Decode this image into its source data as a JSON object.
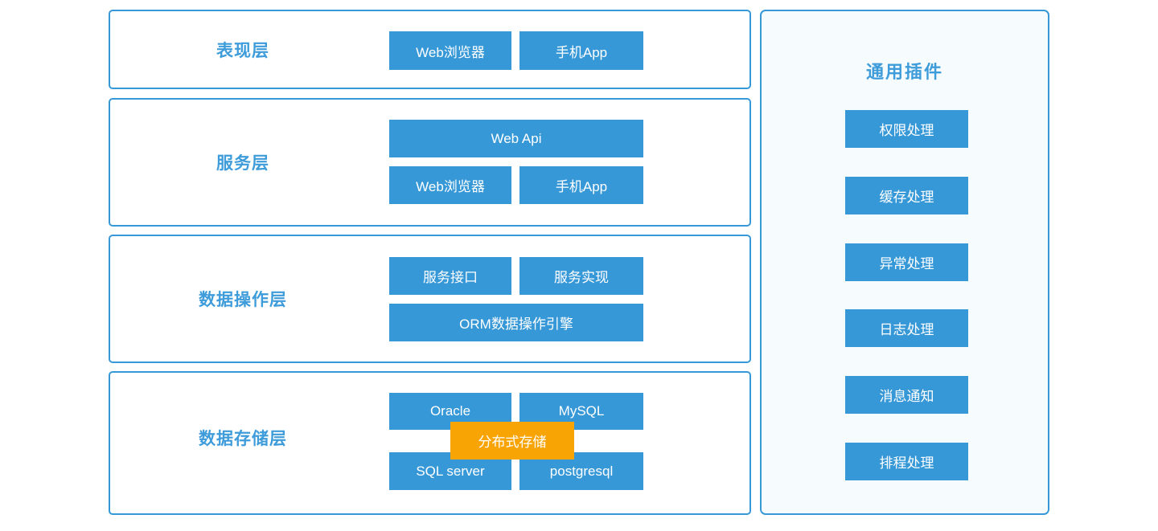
{
  "colors": {
    "node_blue": "#3798d8",
    "border_blue": "#3798d8",
    "label_blue": "#3e9cda",
    "panel_background": "#f6fbfe",
    "accent_orange": "#f9a405",
    "node_text": "#ffffff"
  },
  "layers": [
    {
      "label": "表现层",
      "rows": [
        {
          "buttons": [
            "Web浏览器",
            "手机App"
          ]
        }
      ]
    },
    {
      "label": "服务层",
      "rows": [
        {
          "buttons": [
            "Web Api"
          ]
        },
        {
          "buttons": [
            "Web浏览器",
            "手机App"
          ]
        }
      ]
    },
    {
      "label": "数据操作层",
      "rows": [
        {
          "buttons": [
            "服务接口",
            "服务实现"
          ]
        },
        {
          "buttons": [
            "ORM数据操作引擎"
          ]
        }
      ]
    },
    {
      "label": "数据存储层",
      "rows": [
        {
          "buttons": [
            "Oracle",
            "MySQL"
          ]
        },
        {
          "buttons": [
            "SQL server",
            "postgresql"
          ]
        }
      ],
      "overlay": "分布式存储"
    }
  ],
  "plugins_panel": {
    "title": "通用插件",
    "items": [
      "权限处理",
      "缓存处理",
      "异常处理",
      "日志处理",
      "消息通知",
      "排程处理"
    ]
  }
}
